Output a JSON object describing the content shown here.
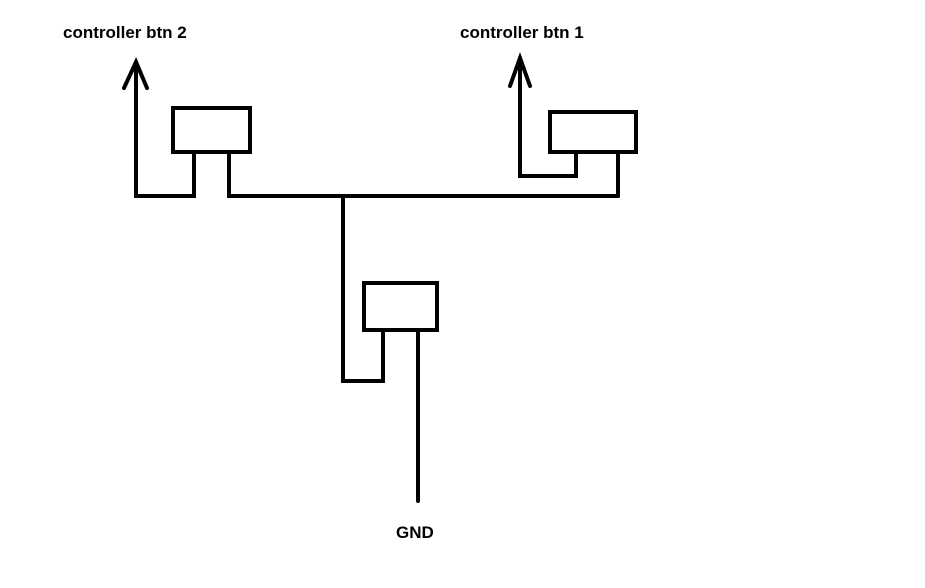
{
  "labels": {
    "controller_btn_2": "controller btn 2",
    "controller_btn_1": "controller btn 1",
    "gnd": "GND"
  },
  "colors": {
    "background": "#ffffff",
    "stroke": "#000000"
  }
}
